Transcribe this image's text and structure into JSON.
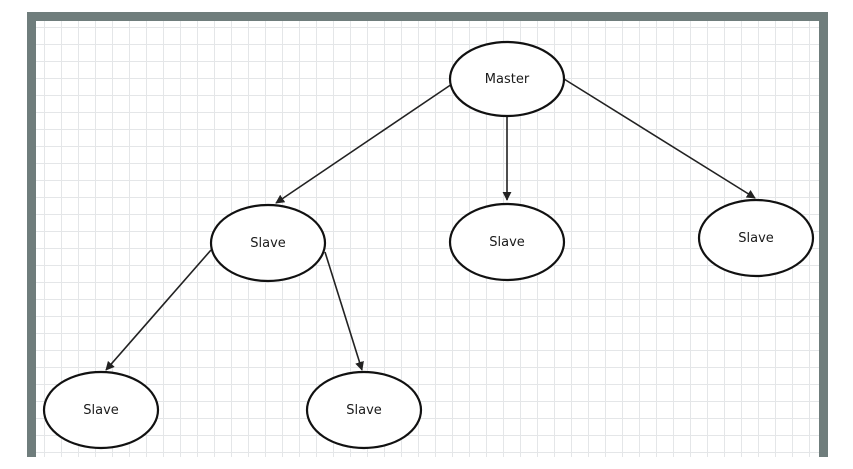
{
  "diagram": {
    "nodes": {
      "master": "Master",
      "slave_mid": "Slave",
      "slave_center": "Slave",
      "slave_right": "Slave",
      "slave_bottom_left": "Slave",
      "slave_bottom_mid": "Slave"
    }
  },
  "colors": {
    "frame": "#6f7d7c",
    "grid": "#e4e6e8",
    "stroke": "#111111"
  }
}
